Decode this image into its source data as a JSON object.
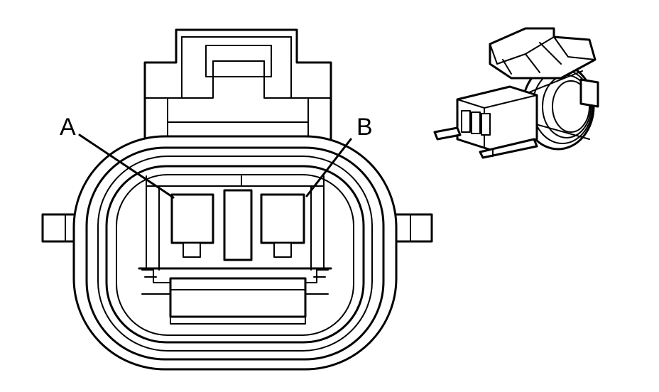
{
  "diagram": {
    "terminal_labels": [
      {
        "id": "A",
        "text": "A"
      },
      {
        "id": "B",
        "text": "B"
      }
    ],
    "colors": {
      "line": "#000000",
      "background": "#ffffff"
    }
  }
}
